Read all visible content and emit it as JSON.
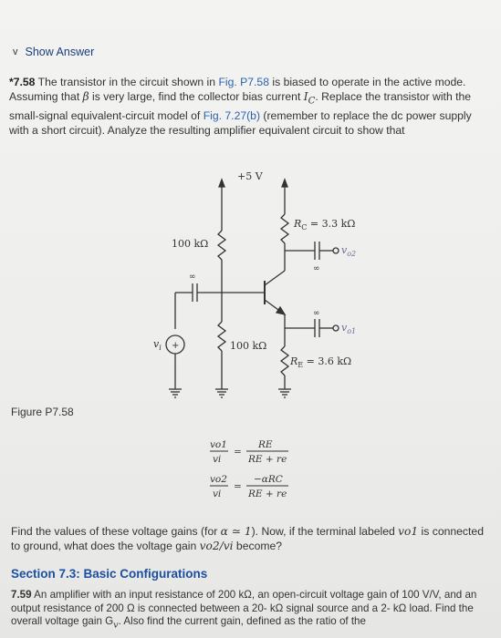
{
  "show_answer": {
    "chevron": "v",
    "label": "Show Answer"
  },
  "problem": {
    "number": "*7.58",
    "text_1": "The transistor in the circuit shown in ",
    "fig_ref_1": "Fig. P7.58",
    "text_2": " is biased to operate in the active mode. Assuming that ",
    "beta": "β",
    "text_3": " is very large, find the collector bias current ",
    "ic": "I",
    "ic_sub": "C",
    "text_4": ". Replace the transistor with the small-signal equivalent-circuit model of ",
    "fig_ref_2": "Fig. 7.27(b)",
    "text_5": " (remember to replace the dc power supply with a short circuit). Analyze the resulting amplifier equivalent circuit to show that"
  },
  "figure": {
    "label": "Figure P7.58",
    "supply": "+5 V",
    "rc": "R",
    "rc_sub": "C",
    "rc_val": " = 3.3 kΩ",
    "re": "R",
    "re_sub": "E",
    "re_val": " = 3.6 kΩ",
    "r_top": "100 kΩ",
    "r_bot": "100 kΩ",
    "vi": "v",
    "vi_sub": "i",
    "vo1": "v",
    "vo1_sub": "o1",
    "vo2": "v",
    "vo2_sub": "o2",
    "cap_inf": "∞",
    "src_plus": "+"
  },
  "equations": {
    "eq1_lhs_num": "vo1",
    "eq1_lhs_den": "vi",
    "eq1_rhs_num": "RE",
    "eq1_rhs_den": "RE + re",
    "eq2_lhs_num": "vo2",
    "eq2_lhs_den": "vi",
    "eq2_rhs_num": "−αRC",
    "eq2_rhs_den": "RE + re",
    "eq_sign": "="
  },
  "find": {
    "text_1": "Find the values of these voltage gains (for ",
    "alpha": "α ≃ 1",
    "text_2": "). Now, if the terminal labeled ",
    "vo1": "vo1",
    "text_3": " is connected to ground, what does the voltage gain ",
    "ratio": "vo2/vi",
    "text_4": " become?"
  },
  "section": {
    "title": "Section 7.3: Basic Configurations"
  },
  "p759": {
    "number": "7.59",
    "text": "An amplifier with an input resistance of 200 kΩ, an open-circuit voltage gain of 100 V/V, and an output resistance of 200 Ω is connected between a 20- kΩ signal source and a 2- kΩ load. Find the overall voltage gain G",
    "gv_sub": "v",
    "text_2": ". Also find the current gain, defined as the ratio of the"
  }
}
